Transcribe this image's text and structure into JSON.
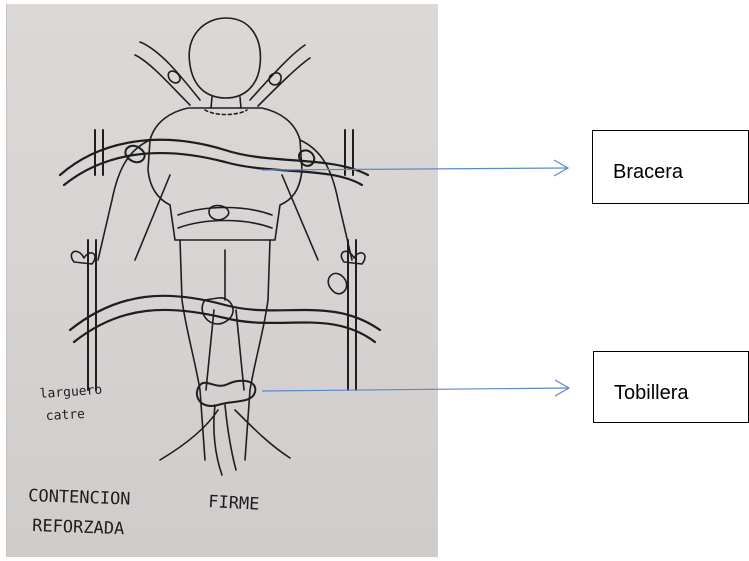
{
  "callouts": [
    {
      "id": "bracera",
      "label": "Bracera"
    },
    {
      "id": "tobillera",
      "label": "Tobillera"
    }
  ],
  "sketch": {
    "handwritten_labels": [
      {
        "line1": "larguero",
        "line2": "catre"
      },
      {
        "line1": "CONTENCION",
        "line2": "FIRME"
      },
      {
        "line1": "REFORZADA",
        "line2": ""
      }
    ]
  },
  "colors": {
    "arrow": "#5b8ac6",
    "ink": "#1e1e1e",
    "paper": "#d8d5d4"
  }
}
